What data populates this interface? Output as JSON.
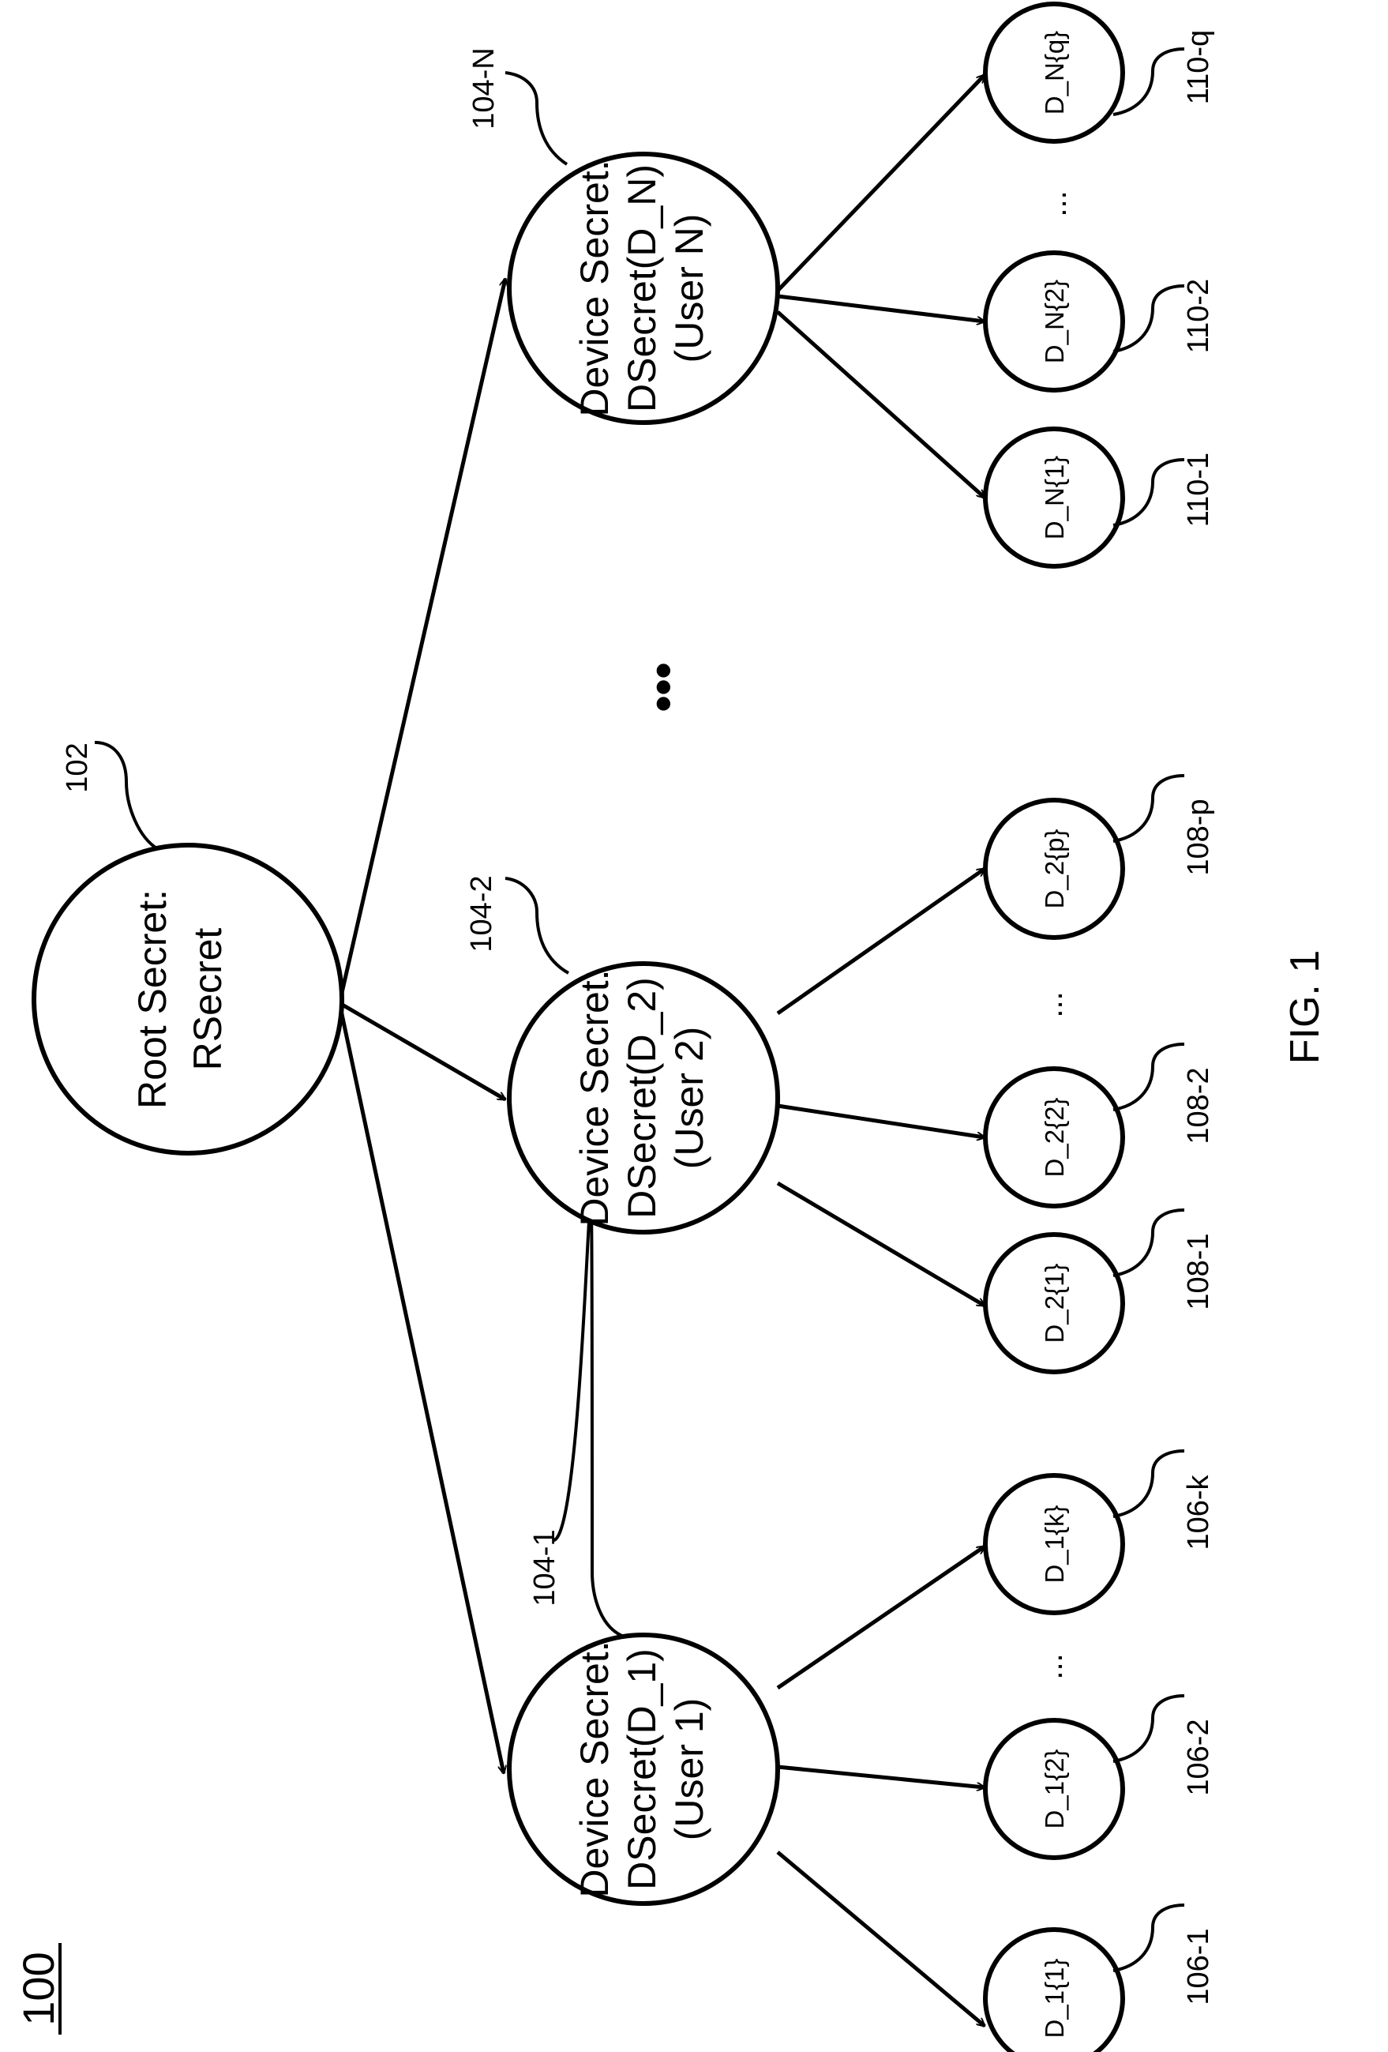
{
  "figure_number": "100",
  "figure_caption": "FIG. 1",
  "ellipsis_users": "•••",
  "ellipsis_leaves": "...",
  "root": {
    "ref": "102",
    "line1": "Root Secret:",
    "line2": "RSecret"
  },
  "devices": [
    {
      "ref": "104-1",
      "line1": "Device Secret:",
      "line2": "DSecret(D_1)",
      "line3": "(User 1)",
      "leaves": [
        {
          "label": "D_1{1}",
          "ref": "106-1"
        },
        {
          "label": "D_1{2}",
          "ref": "106-2"
        },
        {
          "label": "D_1{k}",
          "ref": "106-k"
        }
      ]
    },
    {
      "ref": "104-2",
      "line1": "Device Secret:",
      "line2": "DSecret(D_2)",
      "line3": "(User 2)",
      "leaves": [
        {
          "label": "D_2{1}",
          "ref": "108-1"
        },
        {
          "label": "D_2{2}",
          "ref": "108-2"
        },
        {
          "label": "D_2{p}",
          "ref": "108-p"
        }
      ]
    },
    {
      "ref": "104-N",
      "line1": "Device Secret:",
      "line2": "DSecret(D_N)",
      "line3": "(User N)",
      "leaves": [
        {
          "label": "D_N{1}",
          "ref": "110-1"
        },
        {
          "label": "D_N{2}",
          "ref": "110-2"
        },
        {
          "label": "D_N{q}",
          "ref": "110-q"
        }
      ]
    }
  ]
}
